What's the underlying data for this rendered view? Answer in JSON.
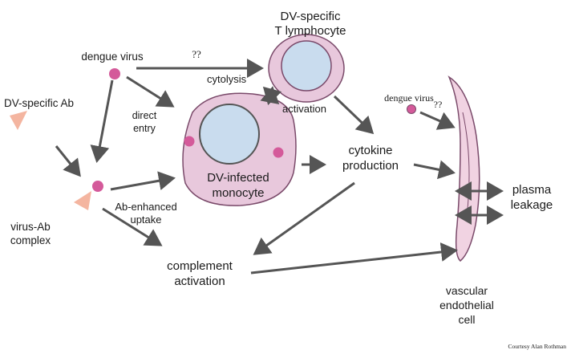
{
  "labels": {
    "dv_specific_t": "DV-specific",
    "t_lymphocyte": "T lymphocyte",
    "dengue_virus_top": "dengue virus",
    "unknown_top": "??",
    "cytolysis": "cytolysis",
    "activation": "activation",
    "dengue_virus_right": "dengue virus",
    "unknown_right": "??",
    "dv_specific_ab": "DV-specific Ab",
    "direct": "direct",
    "entry": "entry",
    "cytokine": "cytokine",
    "production": "production",
    "dv_infected": "DV-infected",
    "monocyte": "monocyte",
    "ab_enhanced": "Ab-enhanced",
    "uptake": "uptake",
    "virus_ab": "virus-Ab",
    "complex": "complex",
    "plasma": "plasma",
    "leakage": "leakage",
    "complement": "complement",
    "activation2": "activation",
    "vascular": "vascular",
    "endothelial": "endothelial",
    "cell": "cell",
    "courtesy": "Courtesy Alan Rothman"
  },
  "colors": {
    "cell_fill": "#e8c8dc",
    "cell_stroke": "#7a4a6a",
    "nucleus_fill": "#c9dcee",
    "virus": "#d45a9a",
    "antibody": "#f4b5a0",
    "arrow": "#555555"
  }
}
